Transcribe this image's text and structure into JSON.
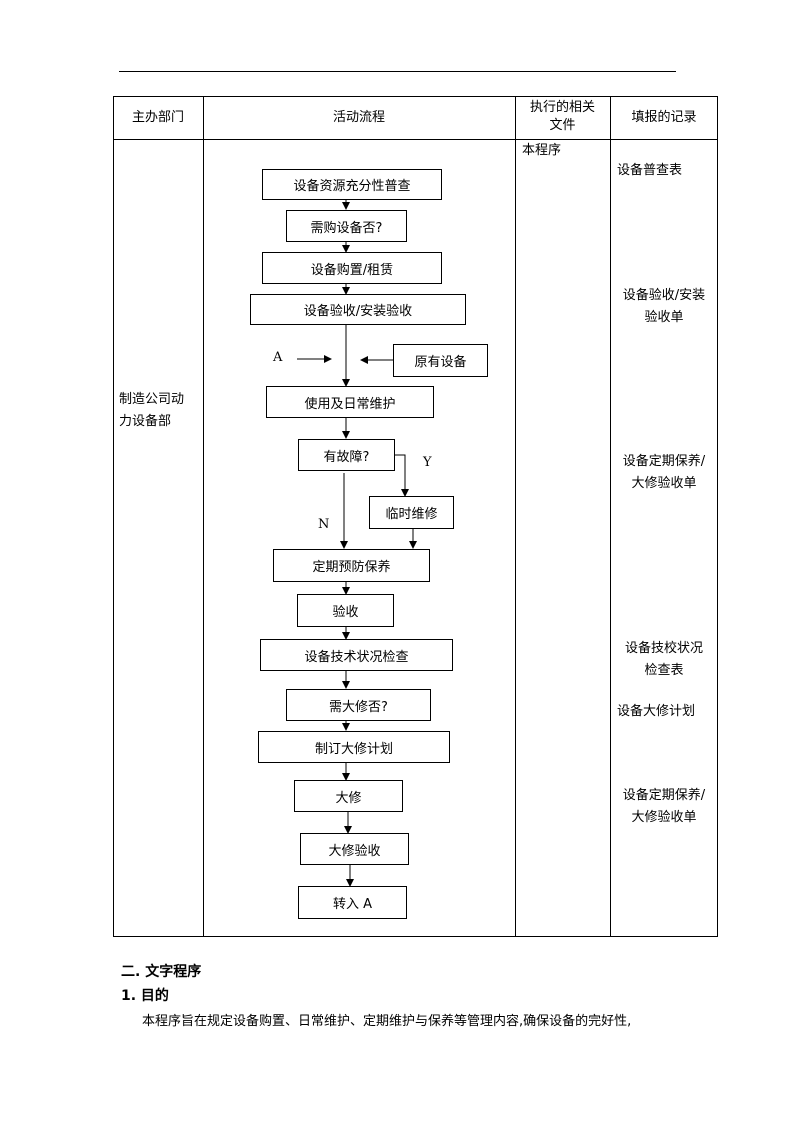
{
  "table": {
    "headers": {
      "department": "主办部门",
      "flow": "活动流程",
      "docs_line1": "执行的相关",
      "docs_line2": "文件",
      "records": "填报的记录"
    },
    "department_line1": "制造公司动",
    "department_line2": "力设备部",
    "docs": "本程序",
    "records": {
      "r1": "设备普查表",
      "r2_line1": "设备验收/安装",
      "r2_line2": "验收单",
      "r3_line1": "设备定期保养/",
      "r3_line2": "大修验收单",
      "r4_line1": "设备技校状况",
      "r4_line2": "检查表",
      "r5": "设备大修计划",
      "r6_line1": "设备定期保养/",
      "r6_line2": "大修验收单"
    }
  },
  "flow": {
    "steps": {
      "s1": "设备资源充分性普查",
      "s2": "需购设备否?",
      "s3": "设备购置/租赁",
      "s4": "设备验收/安装验收",
      "s5": "原有设备",
      "s6": "使用及日常维护",
      "s7": "有故障?",
      "s8": "临时维修",
      "s9": "定期预防保养",
      "s10": "验收",
      "s11": "设备技术状况检查",
      "s12": "需大修否?",
      "s13": "制订大修计划",
      "s14": "大修",
      "s15": "大修验收",
      "s16": "转入 A"
    },
    "labels": {
      "a": "A",
      "y": "Y",
      "n": "N"
    }
  },
  "section": {
    "title": "二. 文字程序",
    "sub_title": "1. 目的",
    "paragraph": "本程序旨在规定设备购置、日常维护、定期维护与保养等管理内容,确保设备的完好性,"
  }
}
